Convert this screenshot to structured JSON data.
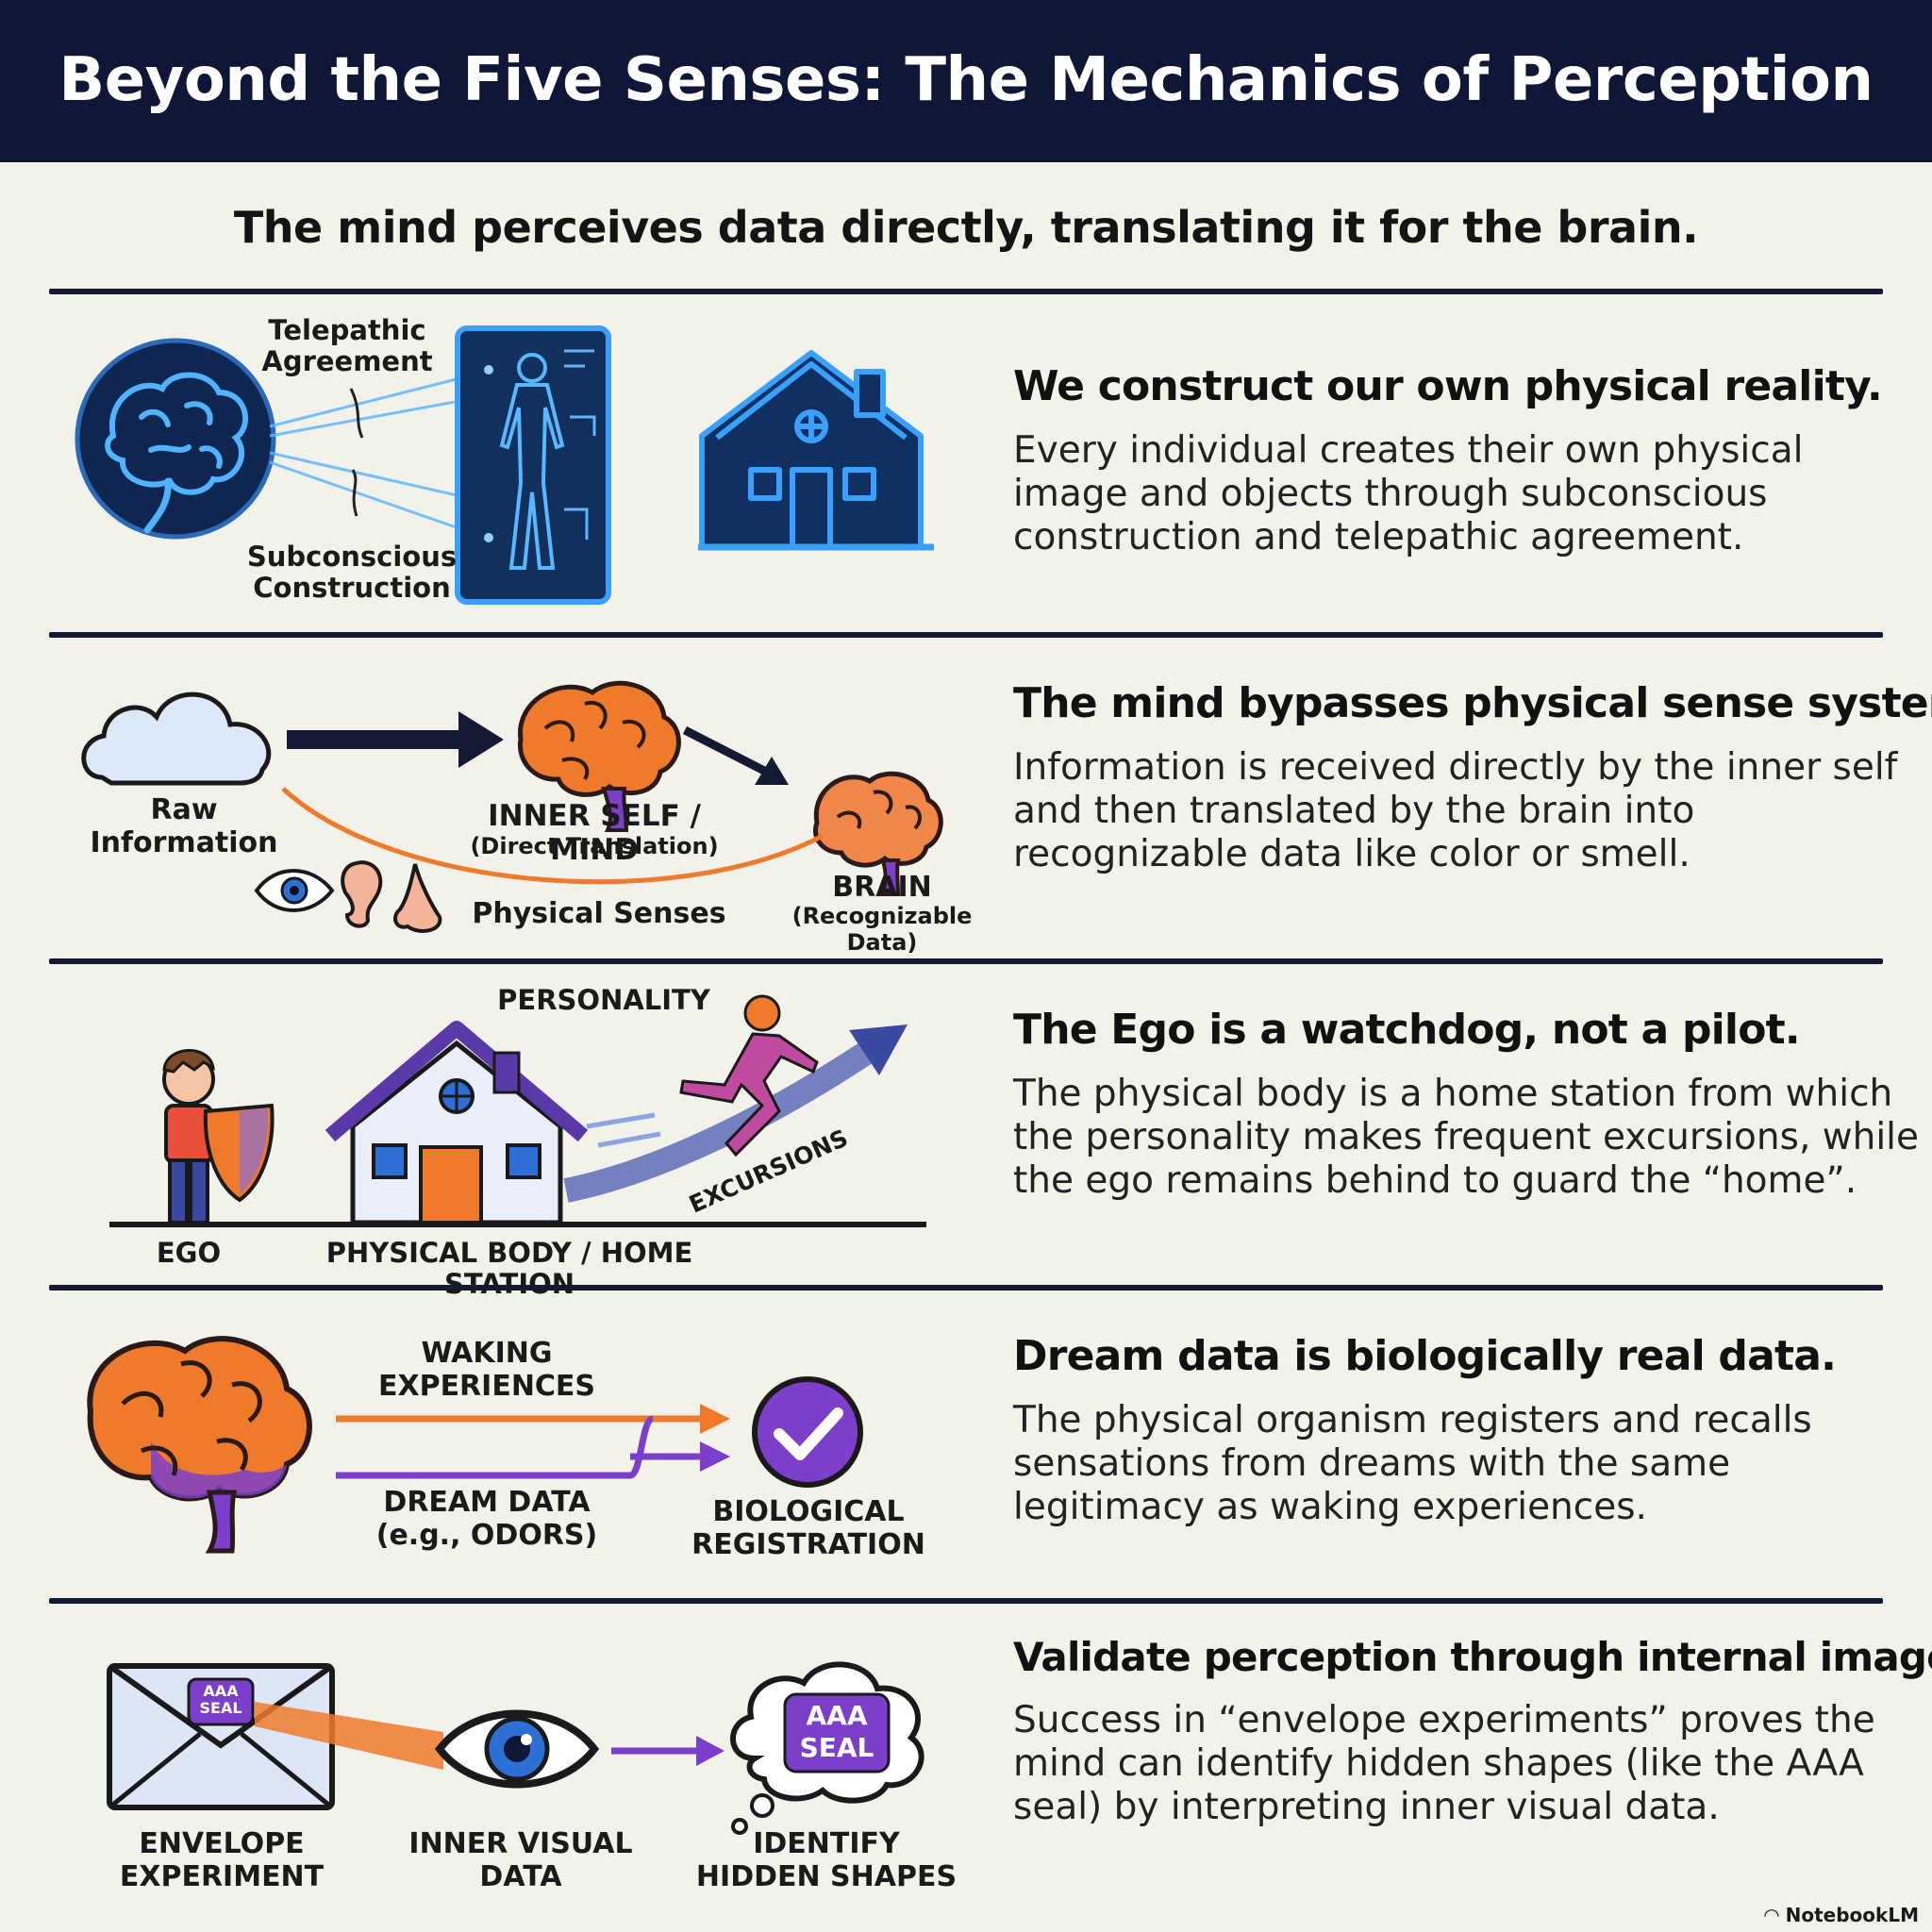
{
  "header": {
    "title": "Beyond the Five Senses: The Mechanics of Perception"
  },
  "subtitle": "The mind perceives data directly, translating it for the brain.",
  "sections": [
    {
      "heading": "We construct our own physical reality.",
      "body": "Every individual creates their own physical image and objects through subconscious construction and telepathic agreement.",
      "labels": {
        "telepathic": "Telepathic Agreement",
        "subconscious": "Subconscious Construction"
      }
    },
    {
      "heading": "The mind bypasses physical sense systems.",
      "body": "Information is received directly by the inner self and then translated by the brain into recognizable data like color or smell.",
      "labels": {
        "raw": "Raw Information",
        "inner_self": "INNER SELF / MIND",
        "inner_self_sub": "(Direct Translation)",
        "physical_senses": "Physical Senses",
        "brain": "BRAIN",
        "brain_sub": "(Recognizable Data)"
      }
    },
    {
      "heading": "The Ego is a watchdog, not a pilot.",
      "body": "The physical body is a home station from which the personality makes frequent excursions, while the ego remains behind to guard the “home”.",
      "labels": {
        "personality": "PERSONALITY",
        "excursions": "EXCURSIONS",
        "ego": "EGO",
        "home_station": "PHYSICAL BODY / HOME STATION"
      }
    },
    {
      "heading": "Dream data is biologically real data.",
      "body": "The physical organism registers and recalls sensations from dreams with the same legitimacy as waking experiences.",
      "labels": {
        "waking": "WAKING EXPERIENCES",
        "dream": "DREAM DATA (e.g., ODORS)",
        "biological": "BIOLOGICAL REGISTRATION"
      }
    },
    {
      "heading": "Validate perception through internal imagery.",
      "body": "Success in “envelope experiments” proves the mind can identify hidden shapes (like the AAA seal) by interpreting inner visual data.",
      "labels": {
        "seal_small": "AAA SEAL",
        "seal_big": "AAA SEAL",
        "envelope": "ENVELOPE EXPERIMENT",
        "inner_visual": "INNER VISUAL DATA",
        "identify": "IDENTIFY HIDDEN SHAPES"
      }
    }
  ],
  "footer": {
    "brand": "NotebookLM"
  },
  "colors": {
    "header_bg": "#0f1738",
    "page_bg": "#f3f2ea",
    "accent_orange": "#f07a2c",
    "accent_purple": "#7b3fc9",
    "accent_blue": "#2e6fd6",
    "glow_cyan": "#3aa0ff"
  }
}
